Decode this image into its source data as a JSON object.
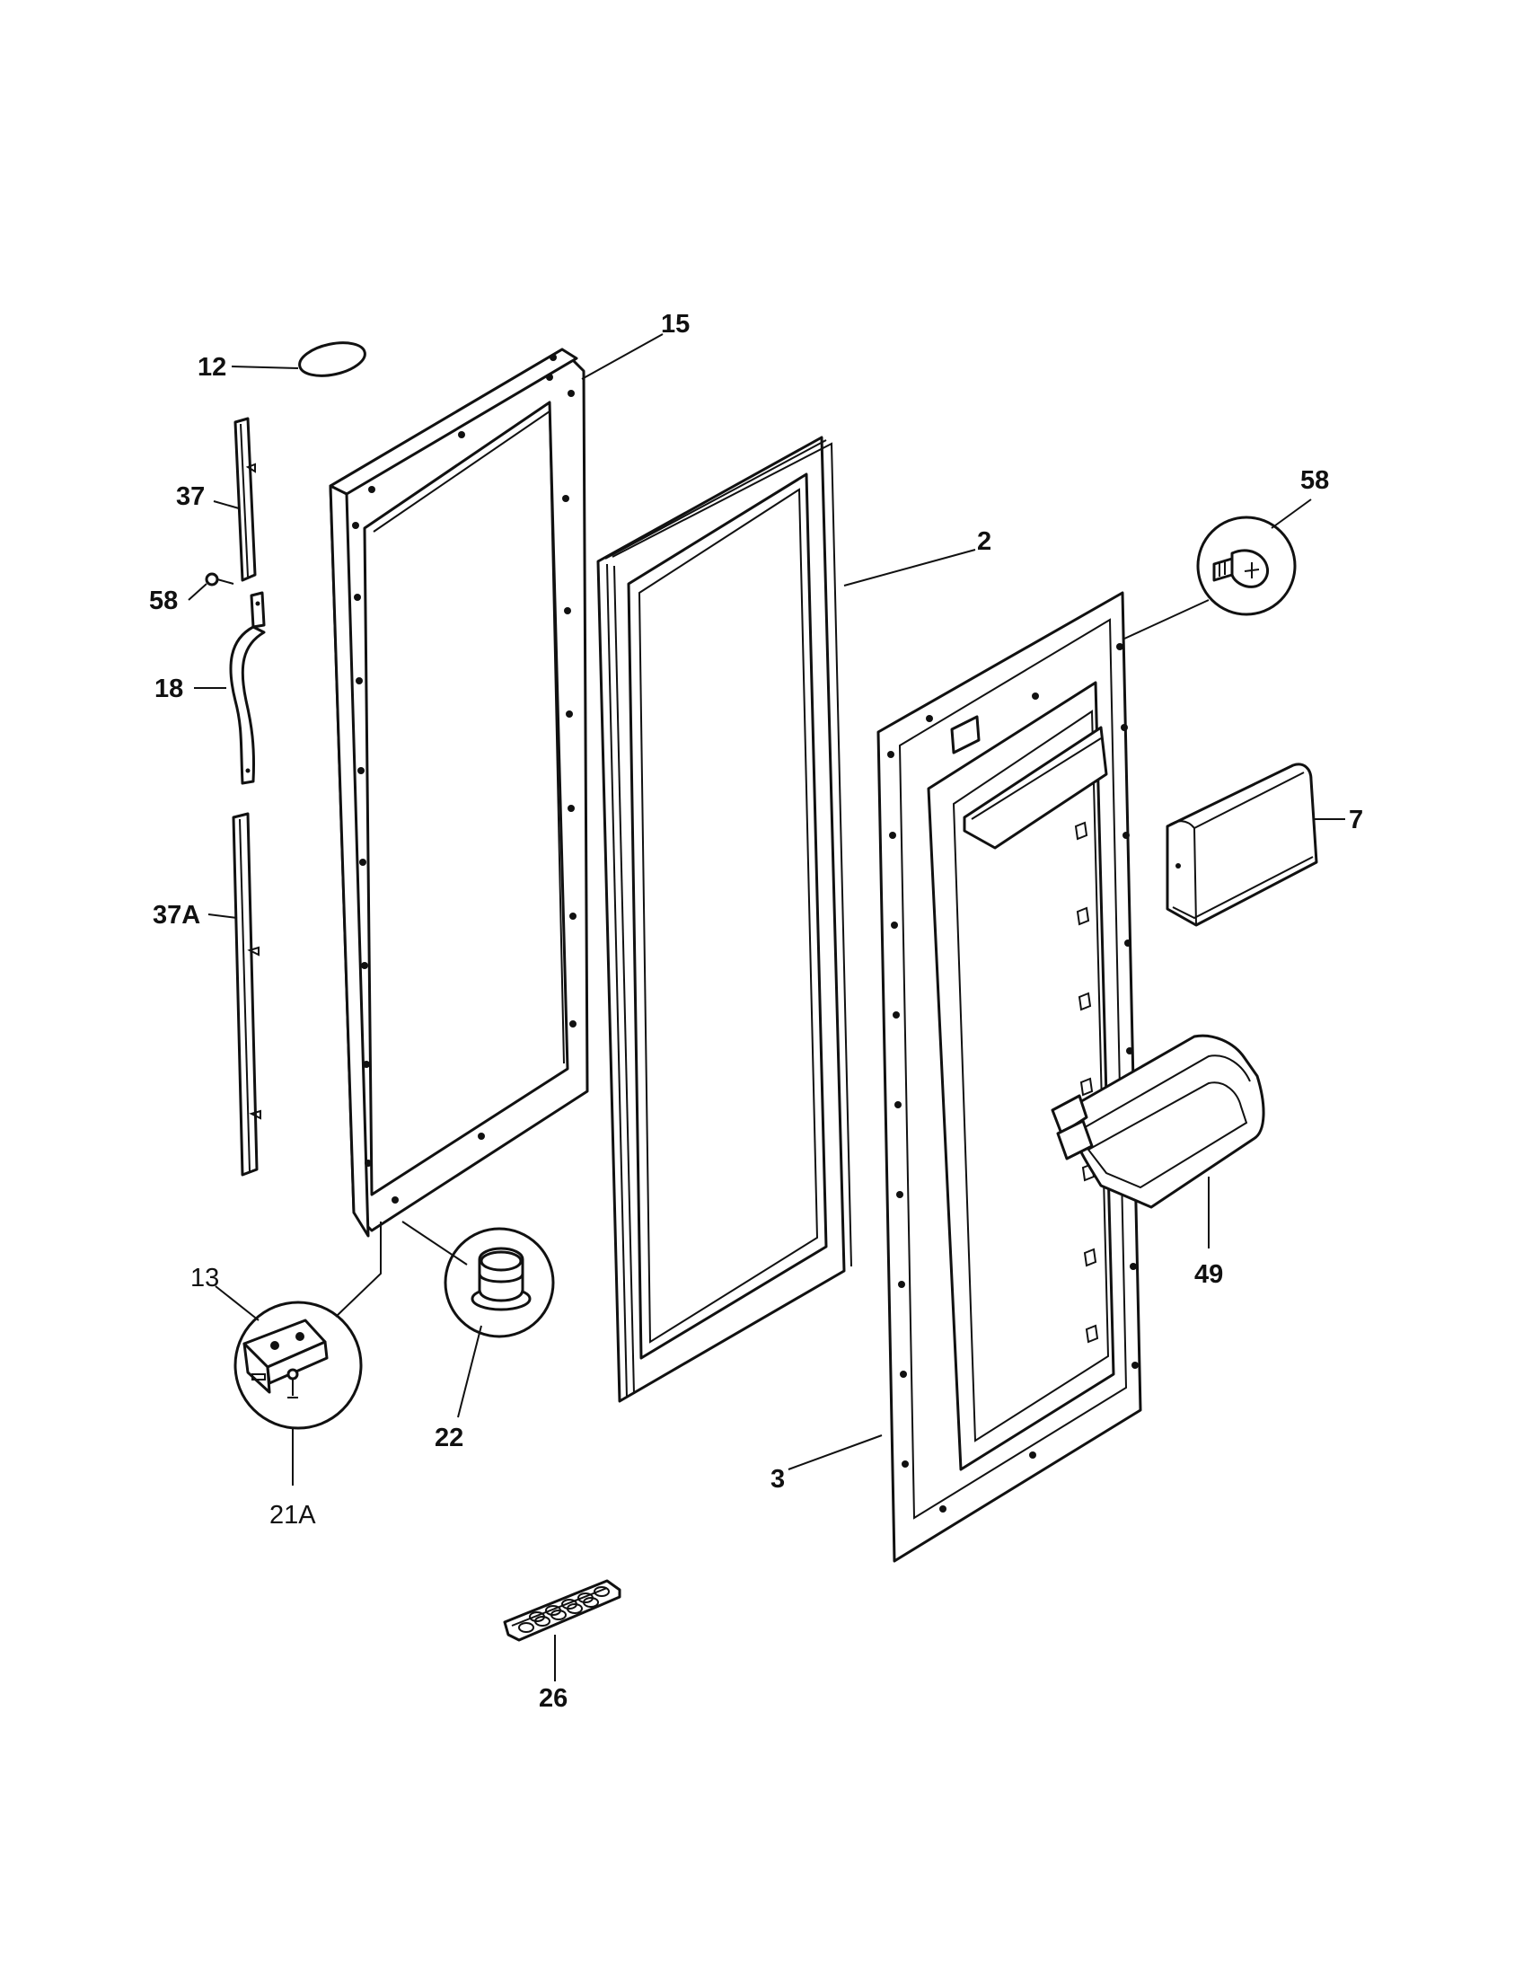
{
  "diagram": {
    "callouts": {
      "c12": "12",
      "c15": "15",
      "c37": "37",
      "c58a": "58",
      "c18": "18",
      "c37a": "37A",
      "c2": "2",
      "c58b": "58",
      "c7": "7",
      "c13": "13",
      "c22": "22",
      "c21a": "21A",
      "c49": "49",
      "c3": "3",
      "c26": "26"
    }
  }
}
